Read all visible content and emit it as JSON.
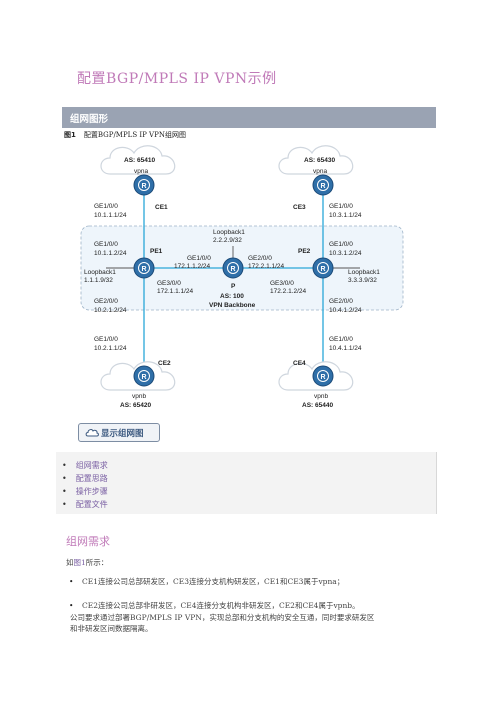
{
  "doc": {
    "title": "配置BGP/MPLS IP VPN示例"
  },
  "section_bar": {
    "label": "组网图形"
  },
  "figure": {
    "num": "图1",
    "caption": "配置BGP/MPLS IP VPN组网图"
  },
  "diagram": {
    "ce1": {
      "as": "AS: 65410",
      "vpn": "vpna",
      "name": "CE1",
      "if": "GE1/0/0",
      "ip": "10.1.1.1/24"
    },
    "ce3": {
      "as": "AS: 65430",
      "vpn": "vpna",
      "name": "CE3",
      "if": "GE1/0/0",
      "ip": "10.3.1.1/24"
    },
    "pe1": {
      "name": "PE1",
      "if_top": "GE1/0/0",
      "ip_top": "10.1.1.2/24",
      "lb": "Loopback1",
      "lb_ip": "1.1.1.9/32",
      "if_right": "GE3/0/0",
      "ip_right": "172.1.1.1/24",
      "if_bot": "GE2/0/0",
      "ip_bot": "10.2.1.2/24"
    },
    "p": {
      "name": "P",
      "lb": "Loopback1",
      "lb_ip": "2.2.2.9/32",
      "if_left": "GE1/0/0",
      "ip_left": "172.1.1.2/24",
      "if_right": "GE2/0/0",
      "ip_right": "172.2.1.1/24",
      "as": "AS: 100",
      "backbone": "VPN Backbone"
    },
    "pe2": {
      "name": "PE2",
      "if_top": "GE1/0/0",
      "ip_top": "10.3.1.2/24",
      "lb": "Loopback1",
      "lb_ip": "3.3.3.9/32",
      "if_left": "GE3/0/0",
      "ip_left": "172.2.1.2/24",
      "if_bot": "GE2/0/0",
      "ip_bot": "10.4.1.2/24"
    },
    "ce2": {
      "as": "AS: 65420",
      "vpn": "vpnb",
      "name": "CE2",
      "if": "GE1/0/0",
      "ip": "10.2.1.1/24"
    },
    "ce4": {
      "as": "AS: 65440",
      "vpn": "vpnb",
      "name": "CE4",
      "if": "GE1/0/0",
      "ip": "10.4.1.1/24"
    }
  },
  "show_button": {
    "label": "显示组网图"
  },
  "toc": [
    "组网需求",
    "配置思路",
    "操作步骤",
    "配置文件"
  ],
  "requirements": {
    "heading": "组网需求",
    "intro_prefix": "如",
    "intro_link": "图1",
    "intro_suffix": "所示：",
    "bullet1": "CE1连接公司总部研发区，CE3连接分支机构研发区，CE1和CE3属于vpna；",
    "bullet2_line1": "CE2连接公司总部非研发区，CE4连接分支机构非研发区，CE2和CE4属于vpnb。",
    "bullet2_line2": "公司要求通过部署BGP/MPLS IP VPN，实现总部和分支机构的安全互通，同时要求研发区",
    "bullet2_line3": "和非研发区间数据隔离。"
  },
  "colors": {
    "title": "#c07ab8",
    "bar": "#9aa3b3",
    "router": "#2f6fa8",
    "link": "#2aa7d8",
    "backbone_fill": "#eef5fb"
  }
}
